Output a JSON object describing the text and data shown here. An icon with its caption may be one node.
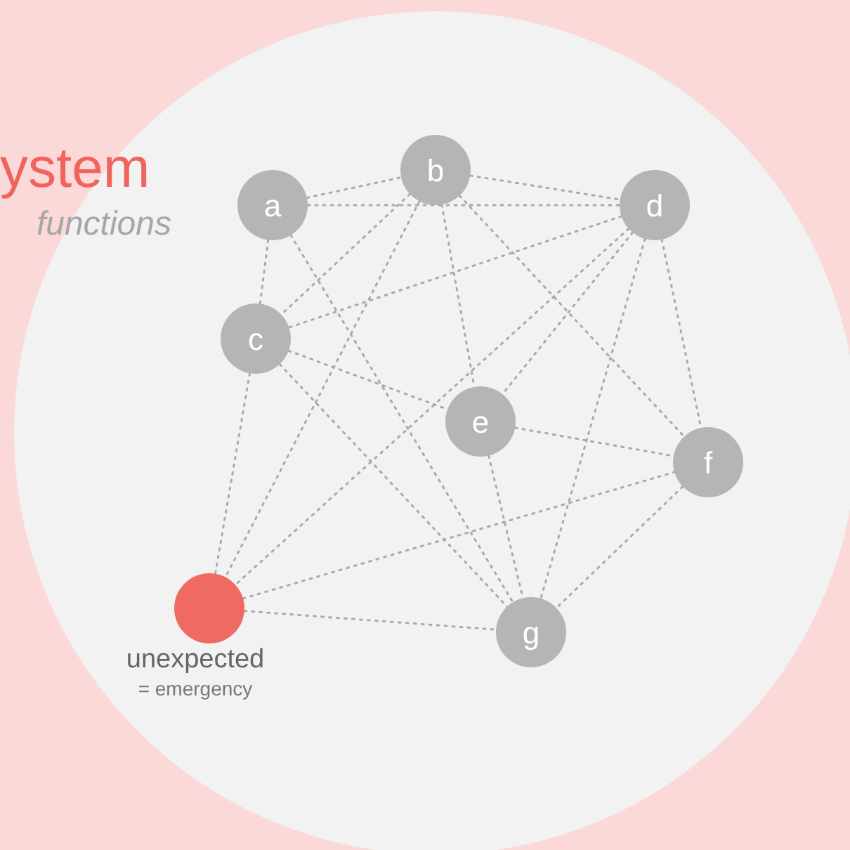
{
  "diagram": {
    "title": "ystem",
    "caption": "functions",
    "nodes": [
      {
        "text": [
          "a"
        ]
      },
      {
        "text": [
          "b"
        ]
      },
      {
        "text": [
          "d"
        ]
      },
      {
        "text": [
          "c"
        ]
      },
      {
        "text": [
          "e"
        ]
      },
      {
        "text": [
          "f"
        ]
      },
      {
        "text": [],
        "shape": "circle",
        "beside": [
          "unexpected",
          "= emergency"
        ]
      },
      {
        "text": [
          "g"
        ]
      }
    ],
    "edges": [
      {
        "from": 0,
        "to": 1,
        "arrow": "none",
        "style": "dashed"
      },
      {
        "from": 0,
        "to": 2,
        "arrow": "none",
        "style": "dashed"
      },
      {
        "from": 0,
        "to": 3,
        "arrow": "none",
        "style": "dashed"
      },
      {
        "from": 0,
        "to": 7,
        "arrow": "none",
        "style": "dashed"
      },
      {
        "from": 1,
        "to": 2,
        "arrow": "none",
        "style": "dashed"
      },
      {
        "from": 1,
        "to": 3,
        "arrow": "none",
        "style": "dashed"
      },
      {
        "from": 1,
        "to": 4,
        "arrow": "none",
        "style": "dashed"
      },
      {
        "from": 1,
        "to": 5,
        "arrow": "none",
        "style": "dashed"
      },
      {
        "from": 1,
        "to": 6,
        "arrow": "none",
        "style": "dashed"
      },
      {
        "from": 2,
        "to": 3,
        "arrow": "none",
        "style": "dashed"
      },
      {
        "from": 2,
        "to": 4,
        "arrow": "none",
        "style": "dashed"
      },
      {
        "from": 2,
        "to": 6,
        "arrow": "none",
        "style": "dashed"
      },
      {
        "from": 2,
        "to": 7,
        "arrow": "none",
        "style": "dashed"
      },
      {
        "from": 2,
        "to": 5,
        "arrow": "none",
        "style": "dashed"
      },
      {
        "from": 3,
        "to": 4,
        "arrow": "none",
        "style": "dashed"
      },
      {
        "from": 3,
        "to": 7,
        "arrow": "none",
        "style": "dashed"
      },
      {
        "from": 3,
        "to": 6,
        "arrow": "none",
        "style": "dashed"
      },
      {
        "from": 4,
        "to": 5,
        "arrow": "none",
        "style": "dashed"
      },
      {
        "from": 4,
        "to": 7,
        "arrow": "none",
        "style": "dashed"
      },
      {
        "from": 6,
        "to": 5,
        "arrow": "none",
        "style": "dashed"
      },
      {
        "from": 6,
        "to": 7,
        "arrow": "none",
        "style": "dashed"
      },
      {
        "from": 5,
        "to": 7,
        "arrow": "none",
        "style": "dashed"
      }
    ]
  }
}
